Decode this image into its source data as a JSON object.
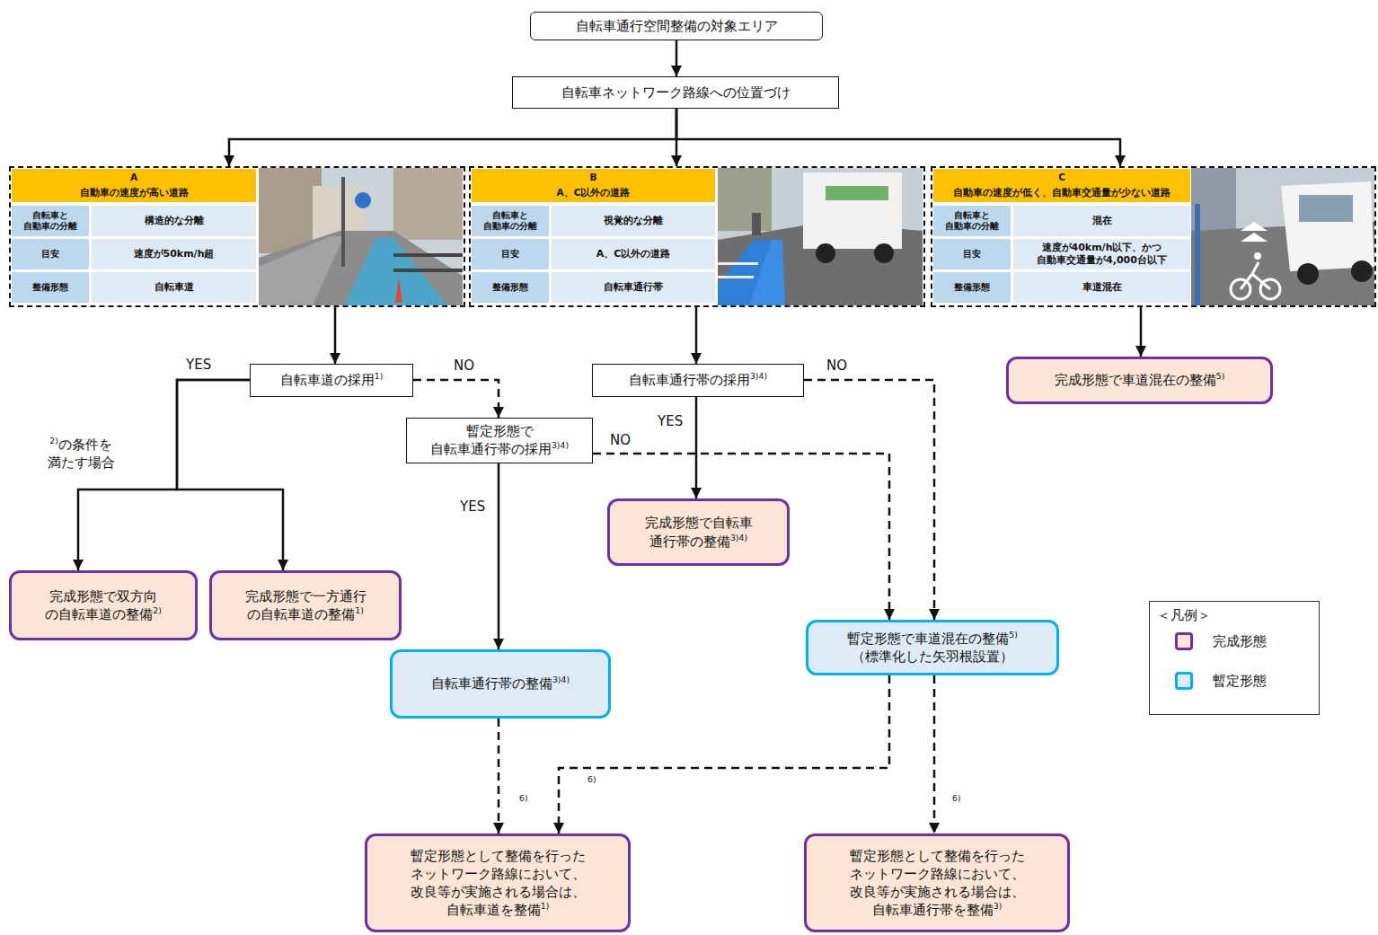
{
  "diagram": {
    "nodes": [
      {
        "text": [
          "自転車通行空間整備の対象エリア"
        ]
      },
      {
        "text": [
          "自転車ネットワーク路線への位置づけ"
        ]
      },
      {
        "text": [
          "A",
          "自動車の速度が高い道路",
          "自転車と 自動車の分離",
          "構造的な分離",
          "目安",
          "速度が50km/h超",
          "整備形態",
          "自転車道"
        ]
      },
      {
        "text": [
          "B",
          "A、C以外の道路",
          "自転車と 自動車の分離",
          "視覚的な分離",
          "目安",
          "A、C以外の道路",
          "整備形態",
          "自転車通行帯"
        ]
      },
      {
        "text": [
          "C",
          "自動車の速度が低く、自動車交通量が少ない道路",
          "自転車と 自動車の分離",
          "混在",
          "目安",
          "速度が40km/h以下、かつ 自動車交通量が4,000台以下",
          "整備形態",
          "車道混在"
        ]
      },
      {
        "text": [
          "自転車道の採用1)"
        ]
      },
      {
        "text": [
          "完成形態で双方向 の自転車道の整備2)"
        ]
      },
      {
        "text": [
          "完成形態で一方通行 の自転車道の整備1)"
        ]
      },
      {
        "text": [
          "暫定形態で 自転車通行帯の採用3)4)"
        ]
      },
      {
        "text": [
          "自転車通行帯の採用3)4)"
        ]
      },
      {
        "text": [
          "完成形態で自転車 通行帯の整備3)4)"
        ]
      },
      {
        "text": [
          "完成形態で車道混在の整備5)"
        ]
      },
      {
        "text": [
          "自転車通行帯の整備3)4)"
        ]
      },
      {
        "text": [
          "暫定形態で車道混在の整備5) （標準化した矢羽根設置）"
        ]
      },
      {
        "text": [
          "暫定形態として整備を行った ネットワーク路線において、 改良等が実施される場合は、 自転車道を整備1)"
        ]
      },
      {
        "text": [
          "暫定形態として整備を行った ネットワーク路線において、 改良等が実施される場合は、 自転車通行帯を整備3)"
        ]
      }
    ],
    "edges": [
      {
        "from": 0,
        "to": 1,
        "arrow": "to"
      },
      {
        "from": 1,
        "to": 2,
        "arrow": "to"
      },
      {
        "from": 1,
        "to": 3,
        "arrow": "to"
      },
      {
        "from": 1,
        "to": 4,
        "arrow": "to"
      },
      {
        "from": 2,
        "to": 5,
        "arrow": "to"
      },
      {
        "from": 5,
        "to": 6,
        "label": "2)の条件を 満たす場合",
        "arrow": "to"
      },
      {
        "from": 5,
        "to": 7,
        "label": "YES",
        "arrow": "to"
      },
      {
        "from": 5,
        "to": 8,
        "label": "NO",
        "arrow": "to"
      },
      {
        "from": 8,
        "to": 12,
        "label": "YES",
        "arrow": "to"
      },
      {
        "from": 8,
        "to": 13,
        "label": "NO",
        "arrow": "to"
      },
      {
        "from": 3,
        "to": 9,
        "arrow": "to"
      },
      {
        "from": 9,
        "to": 10,
        "label": "YES",
        "arrow": "to"
      },
      {
        "from": 9,
        "to": 13,
        "label": "NO",
        "arrow": "to"
      },
      {
        "from": 4,
        "to": 11,
        "arrow": "to"
      },
      {
        "from": 12,
        "to": 14,
        "label": "6)",
        "arrow": "to"
      },
      {
        "from": 13,
        "to": 14,
        "label": "6)",
        "arrow": "to"
      },
      {
        "from": 13,
        "to": 15,
        "label": "6)",
        "arrow": "to"
      }
    ],
    "labels": [
      "＜凡例＞"
    ],
    "legend": [
      {
        "text": "完成形態",
        "color": "#fbe5d6"
      },
      {
        "text": "暫定形態",
        "color": "#deebf7"
      }
    ]
  }
}
